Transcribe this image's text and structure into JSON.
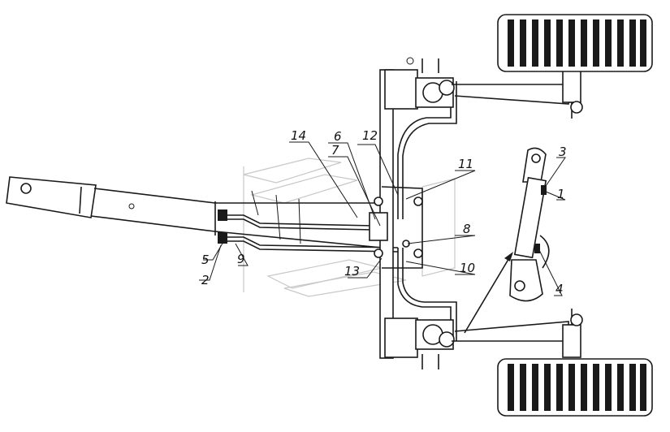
{
  "callouts": [
    {
      "id": "1",
      "label": "1"
    },
    {
      "id": "2",
      "label": "2"
    },
    {
      "id": "3",
      "label": "3"
    },
    {
      "id": "4",
      "label": "4"
    },
    {
      "id": "5",
      "label": "5"
    },
    {
      "id": "6",
      "label": "6"
    },
    {
      "id": "7",
      "label": "7"
    },
    {
      "id": "8",
      "label": "8"
    },
    {
      "id": "9",
      "label": "9"
    },
    {
      "id": "10",
      "label": "10"
    },
    {
      "id": "11",
      "label": "11"
    },
    {
      "id": "12",
      "label": "12"
    },
    {
      "id": "13",
      "label": "13"
    },
    {
      "id": "14",
      "label": "14"
    }
  ],
  "colors": {
    "line": "#1a1a1a",
    "ghost": "#c8c8c8",
    "background": "#ffffff"
  }
}
